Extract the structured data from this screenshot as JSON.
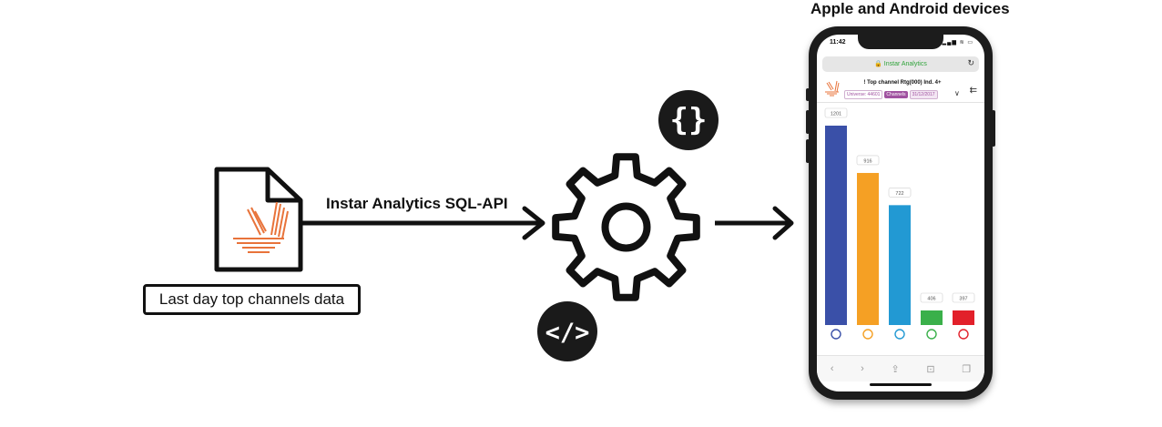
{
  "diagram": {
    "source_label": "Last day top channels data",
    "api_label": "Instar Analytics SQL-API",
    "devices_title": "Apple and Android devices",
    "json_badge_text": "{}",
    "code_badge_text": "</>"
  },
  "phone": {
    "status_time": "11:42",
    "status_icons": "▂▄▆ ≋ ▭",
    "url": "🔒 Instar Analytics",
    "chart_title": "! Top channel Rtg(000) Ind. 4+",
    "tags": {
      "universe": "Universe: 44601",
      "channels": "Channels",
      "date": "31/12/2017"
    },
    "nav_icons": [
      "‹",
      "›",
      "⇪",
      "⊡",
      "❐"
    ]
  },
  "colors": {
    "bar_1": "#3a50a8",
    "bar_2": "#f5a024",
    "bar_3": "#2299d3",
    "bar_4": "#3ab04a",
    "bar_5": "#e2202a",
    "accent": "#a052a0",
    "logo_orange": "#e8733a"
  },
  "chart_data": {
    "type": "bar",
    "categories": [
      "",
      "",
      "",
      "",
      ""
    ],
    "values": [
      1201,
      916,
      722,
      406,
      397
    ],
    "data_labels": [
      "1201",
      "916",
      "722",
      "406",
      "397"
    ],
    "ylim": [
      0,
      1300
    ]
  }
}
